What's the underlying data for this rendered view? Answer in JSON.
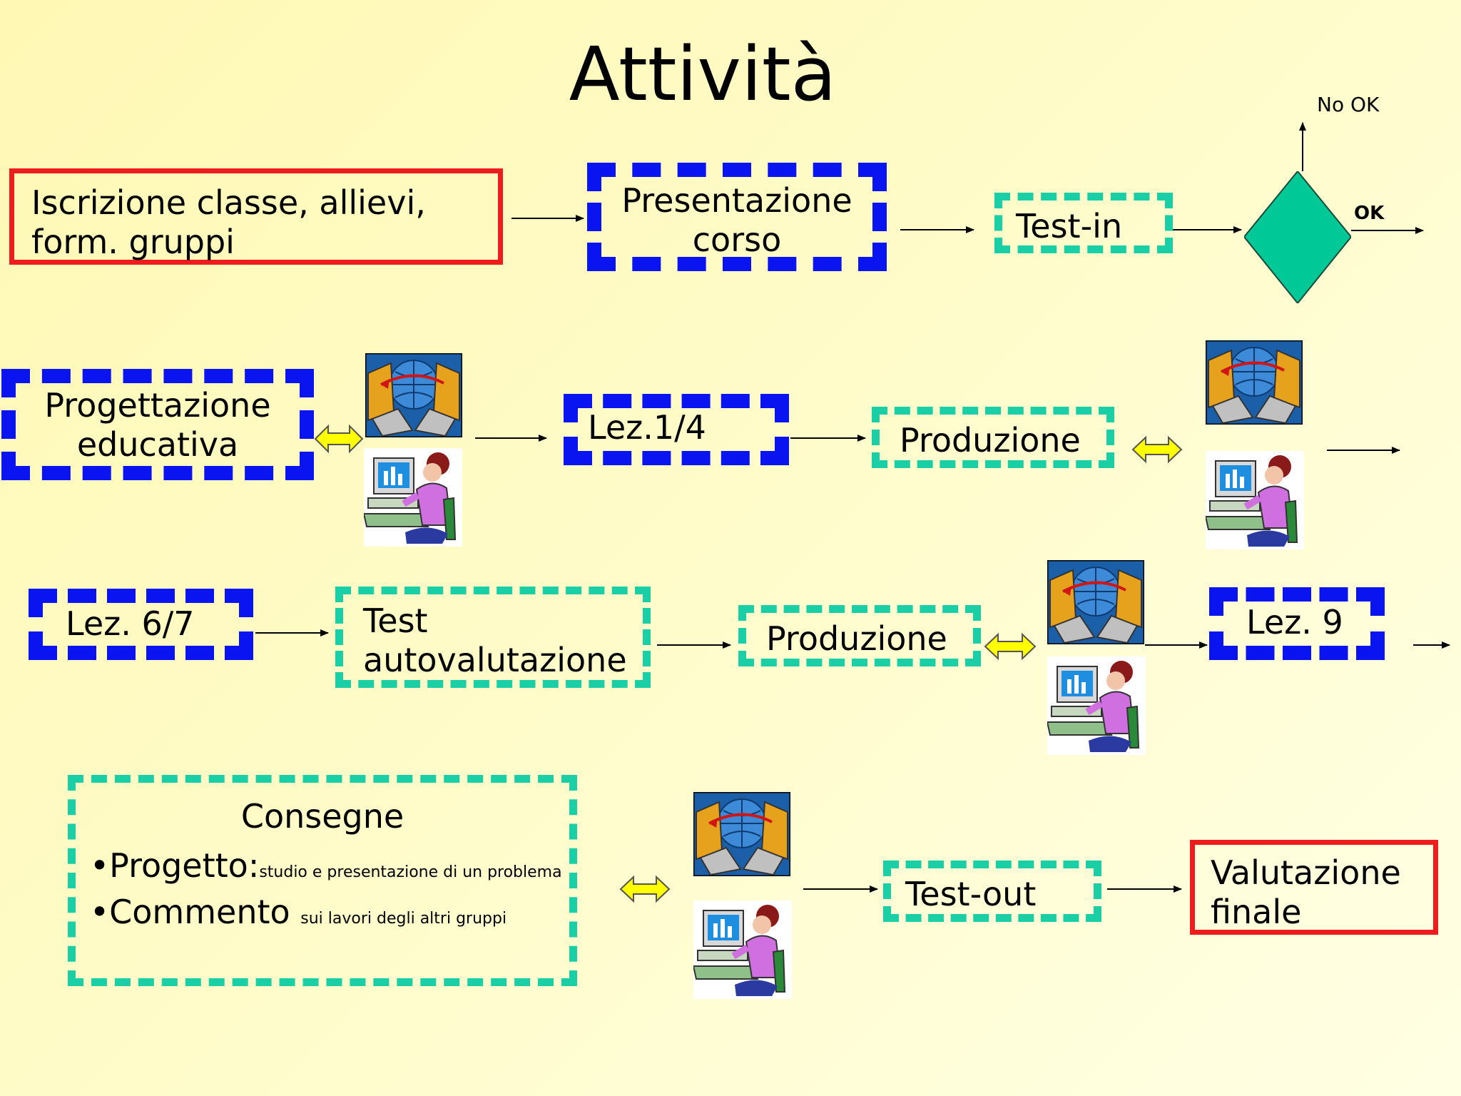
{
  "slide": {
    "title": "Attività",
    "decision": {
      "no_ok": "No OK",
      "ok": "OK"
    },
    "row1": {
      "iscrizione": "Iscrizione classe, allievi, form. gruppi",
      "presentazione": "Presentazione corso",
      "test_in": "Test-in"
    },
    "row2": {
      "progettazione": "Progettazione educativa",
      "lez_1_4": "Lez.1/4",
      "produzione": "Produzione"
    },
    "row3": {
      "lez_6_7": "Lez. 6/7",
      "test_autovalutazione": "Test autovalutazione",
      "produzione": "Produzione",
      "lez_9": "Lez. 9"
    },
    "row4": {
      "consegne_title": "Consegne",
      "bullet1_main": "•Progetto:",
      "bullet1_detail": "studio e presentazione di un problema",
      "bullet2_main": "•Commento",
      "bullet2_detail": "sui lavori degli altri gruppi",
      "test_out": "Test-out",
      "valutazione": "Valutazione finale"
    }
  },
  "colors": {
    "red": "#ee1c1c",
    "blue": "#0a14f0",
    "green": "#1acfa5",
    "diamond": "#00c896",
    "double_arrow": "#ffff00"
  }
}
